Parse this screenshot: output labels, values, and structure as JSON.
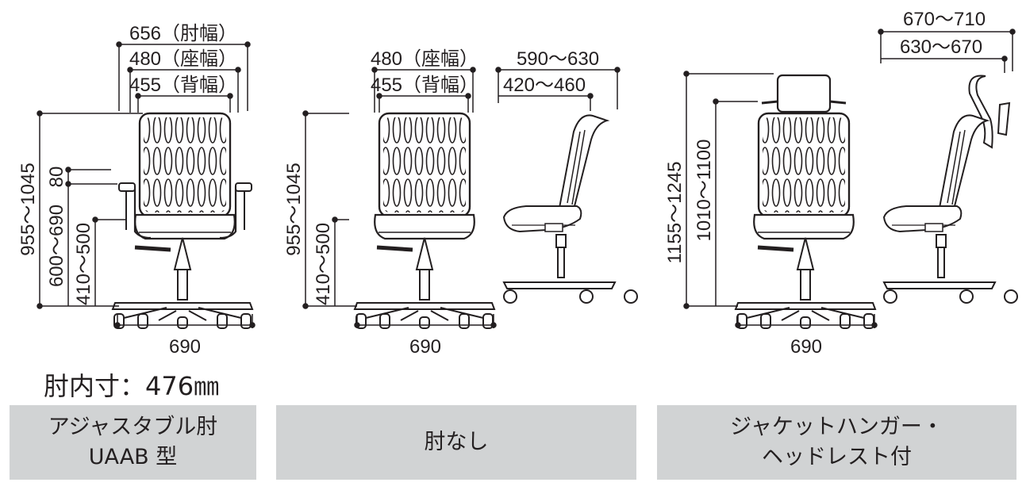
{
  "variants": [
    {
      "id": "adjustable-arm",
      "name_line1": "アジャスタブル肘",
      "name_line2": "UAAB 型",
      "arm_inner": "肘内寸：476㎜",
      "dims": {
        "arm_width": "656（肘幅）",
        "seat_width": "480（座幅）",
        "back_width": "455（背幅）",
        "total_height": "955〜1045",
        "arm_height": "600〜690",
        "arm_adjust": "80",
        "seat_height": "410〜500",
        "base_width": "690"
      }
    },
    {
      "id": "no-arm",
      "name": "肘なし",
      "dims": {
        "seat_width": "480（座幅）",
        "back_width": "455（背幅）",
        "total_height": "955〜1045",
        "seat_height": "410〜500",
        "base_width": "690",
        "depth_outer": "590〜630",
        "depth_inner": "420〜460"
      }
    },
    {
      "id": "jacket-hanger",
      "name_line1": "ジャケットハンガー・",
      "name_line2": "ヘッドレスト付",
      "dims": {
        "total_height": "1155〜1245",
        "back_height": "1010〜1100",
        "base_width": "690",
        "depth_outer": "670〜710",
        "depth_inner": "630〜670"
      }
    }
  ],
  "colors": {
    "ink": "#231f20",
    "label_bg": "#d1d3d4"
  }
}
